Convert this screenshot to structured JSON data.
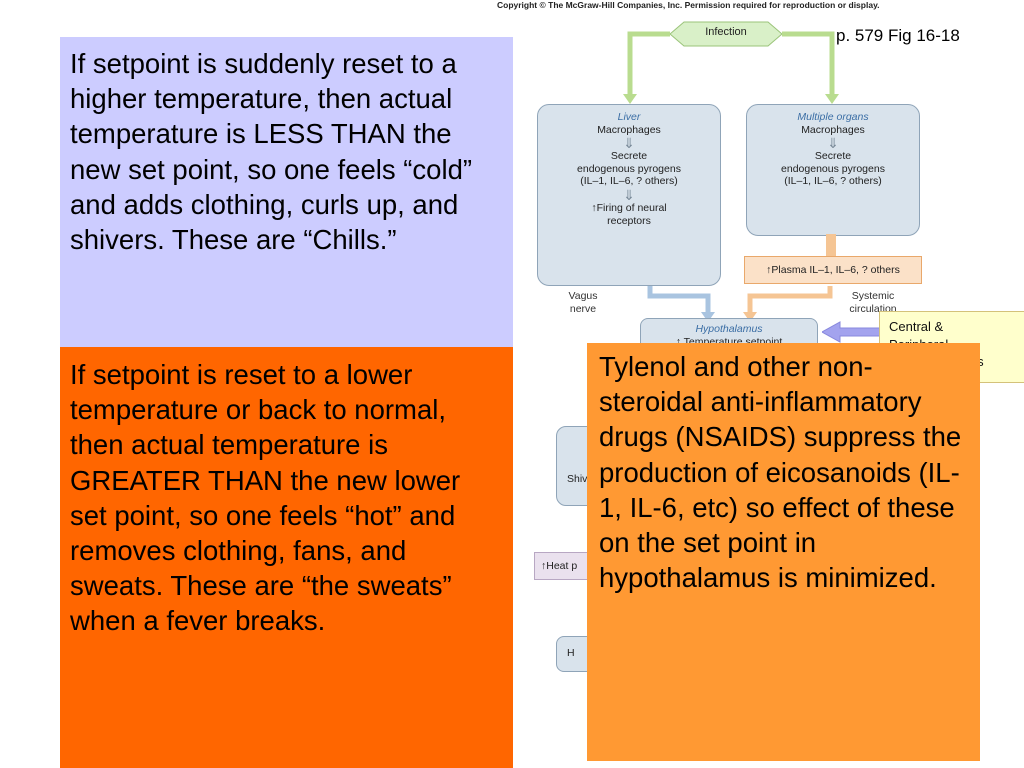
{
  "header": {
    "copyright": "Copyright © The McGraw-Hill Companies, Inc. Permission required for reproduction or display.",
    "figure_ref": "p. 579 Fig 16-18"
  },
  "diagram": {
    "infection": "Infection",
    "liver": {
      "organ": "Liver",
      "cell": "Macrophages",
      "secrete1": "Secrete",
      "secrete2": "endogenous pyrogens",
      "secrete3": "(IL–1, IL–6, ? others)",
      "firing1": "↑Firing of neural",
      "firing2": "receptors"
    },
    "organs": {
      "organ": "Multiple organs",
      "cell": "Macrophages",
      "secrete1": "Secrete",
      "secrete2": "endogenous pyrogens",
      "secrete3": "(IL–1, IL–6, ? others)"
    },
    "plasma": "↑Plasma IL–1, IL–6, ? others",
    "vagus1": "Vagus",
    "vagus2": "nerve",
    "systemic1": "Systemic",
    "systemic2": "circulation",
    "hypothalamus": "Hypothalamus",
    "setpoint": "↑ Temperature setpoint",
    "shiv": "Shiv",
    "heat": "↑Heat p",
    "h": "H"
  },
  "callout": {
    "line1": "Central &",
    "line2": "Peripheral",
    "line3": "thermoreceptors"
  },
  "boxes": {
    "chills": "If setpoint is  suddenly reset to a higher temperature, then actual temperature is LESS THAN the new set point, so one feels “cold” and adds clothing, curls up, and shivers.  These are “Chills.”",
    "sweats": "If setpoint is reset to a lower temperature or back to normal, then actual temperature is GREATER THAN the new lower set point, so one feels “hot” and removes clothing, fans, and sweats.  These are “the sweats” when a fever breaks.",
    "tylenol": "Tylenol and other non-steroidal anti-inflammatory drugs (NSAIDS) suppress the production of eicosanoids (IL-1, IL-6, etc) so effect of these on the set point in hypothalamus is minimized."
  }
}
